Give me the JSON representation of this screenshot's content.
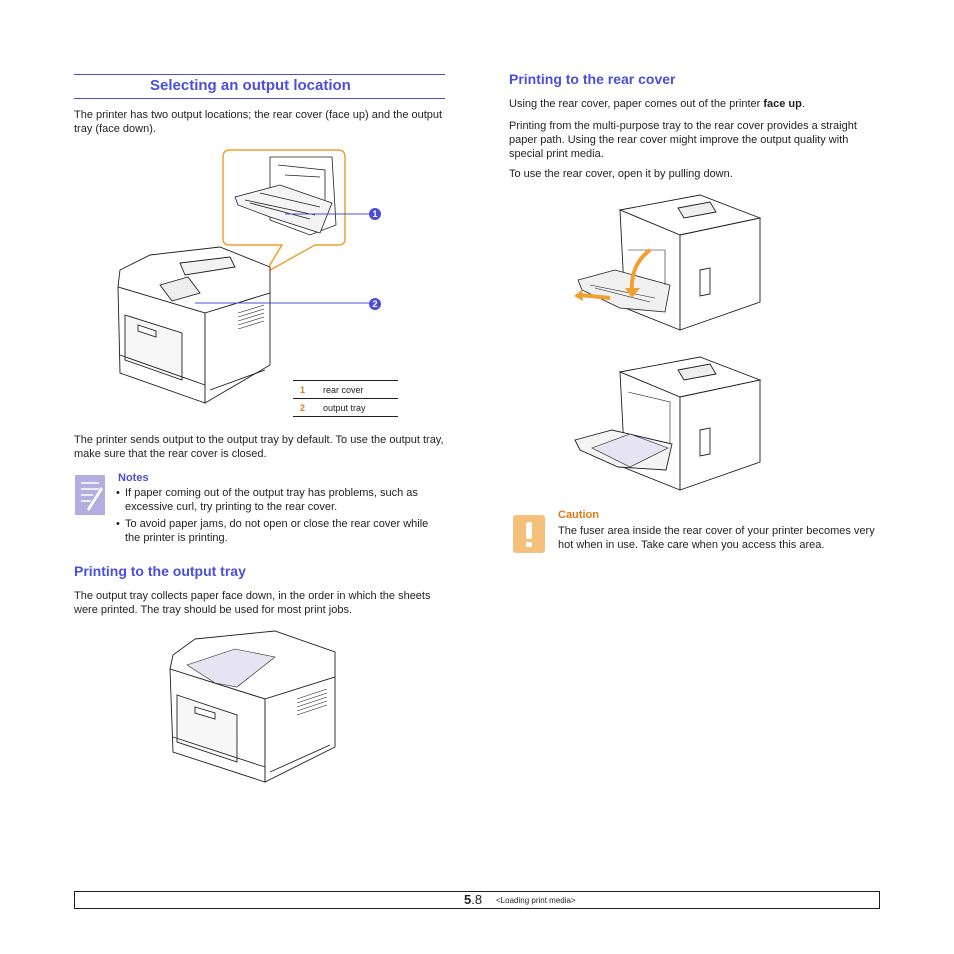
{
  "left": {
    "title": "Selecting an output location",
    "intro": "The printer has two output locations; the rear cover (face up) and the output tray (face down).",
    "callouts": [
      "1",
      "2"
    ],
    "legend": [
      {
        "num": "1",
        "label": "rear cover"
      },
      {
        "num": "2",
        "label": "output tray"
      }
    ],
    "default_text": "The printer sends output to the output tray by default. To use the output tray, make sure that the rear cover is closed.",
    "notes": {
      "heading": "Notes",
      "items": [
        "If paper coming out of the output tray has problems, such as excessive curl, try printing to the rear cover.",
        "To avoid paper jams, do not open or close the rear cover while the printer is printing."
      ]
    },
    "output_tray": {
      "title": "Printing to the output tray",
      "text": "The output tray collects paper face down, in the order in which the sheets were printed. The tray should be used for most print jobs."
    }
  },
  "right": {
    "title": "Printing to the rear cover",
    "p1_prefix": "Using the rear cover, paper comes out of the printer ",
    "p1_bold": "face up",
    "p1_suffix": ".",
    "p2": "Printing from the multi-purpose tray to the rear cover provides a straight paper path. Using the rear cover might improve the output quality with special print media.",
    "p3": "To use the rear cover, open it by pulling down.",
    "caution": {
      "heading": "Caution",
      "text": "The fuser area inside the rear cover of your printer becomes very hot when in use. Take care when you access this area."
    }
  },
  "footer": {
    "page_major": "5",
    "page_minor": ".8",
    "section": "<Loading print media>"
  },
  "colors": {
    "heading_blue": "#4a4fd6",
    "accent_orange": "#e07a16",
    "note_icon": "#b3aee0",
    "caution_icon": "#f5c07a"
  }
}
